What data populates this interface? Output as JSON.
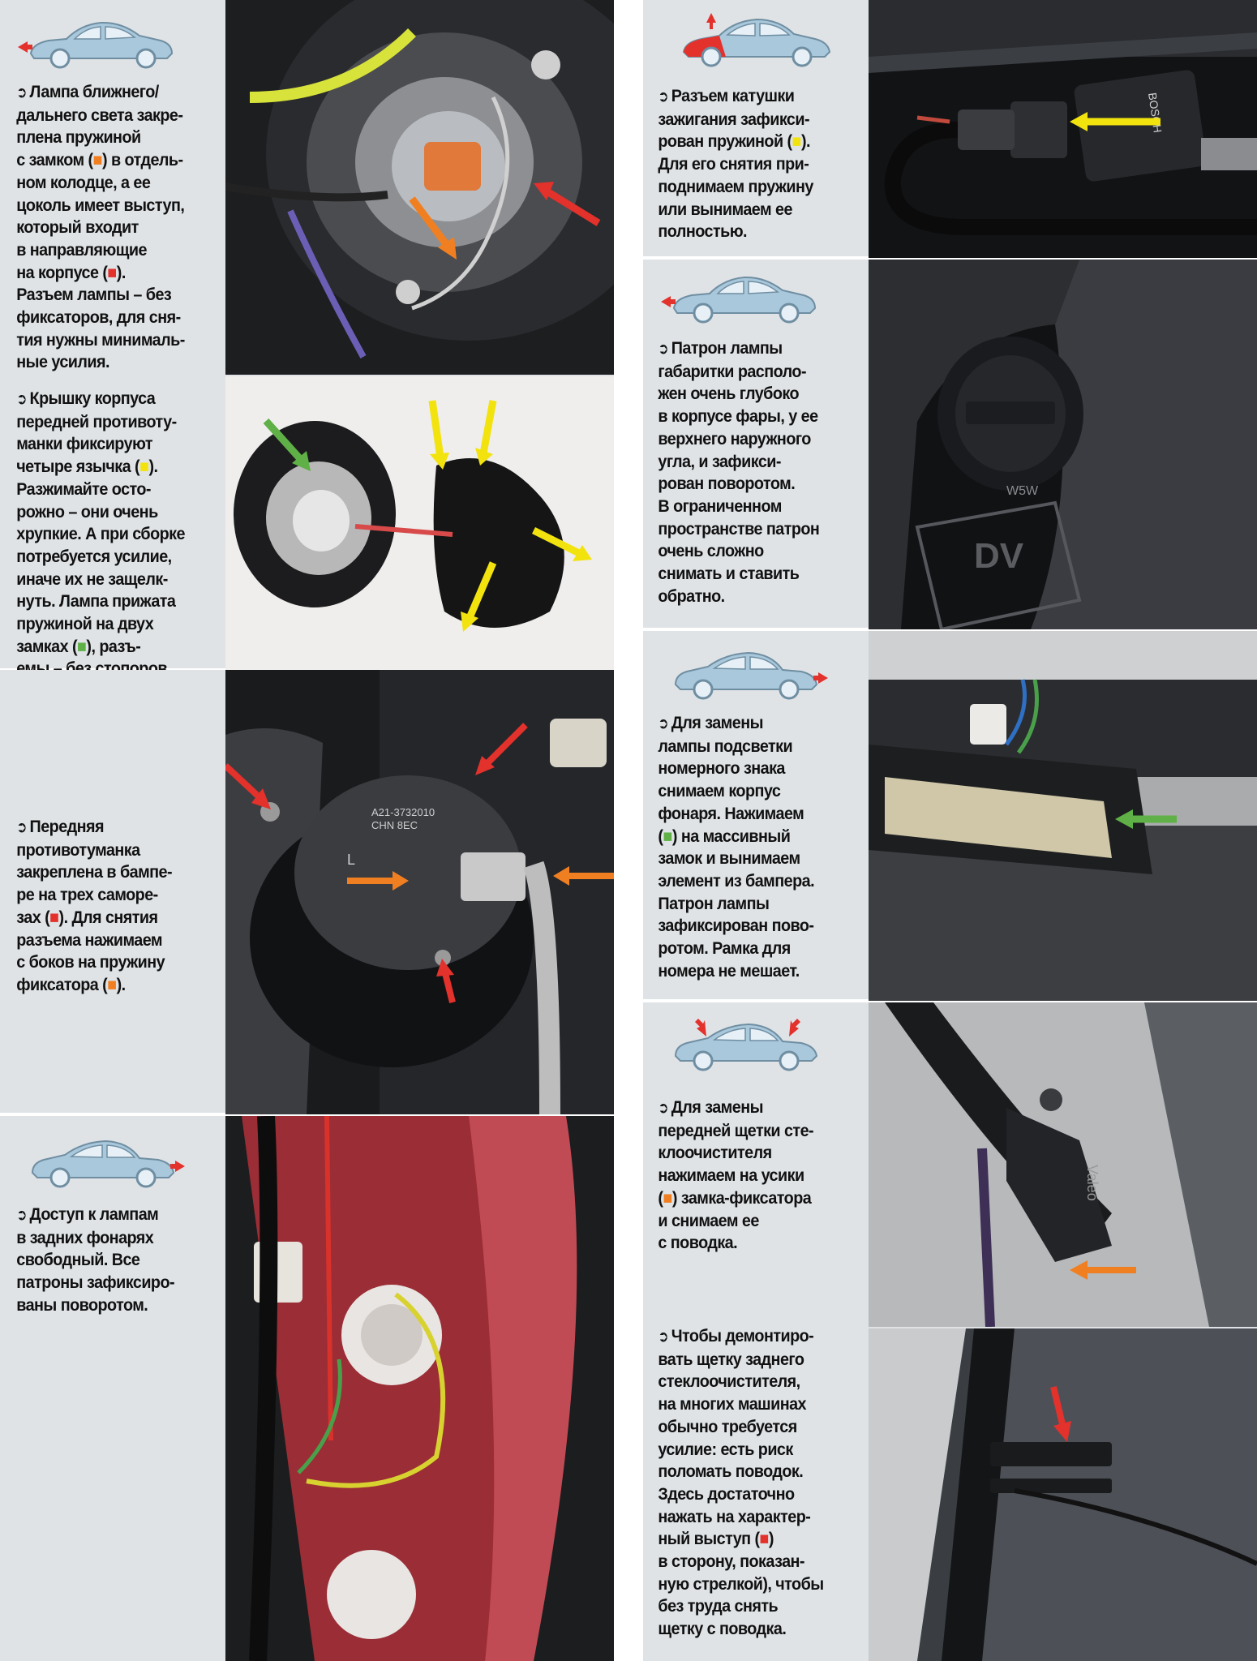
{
  "colors": {
    "red": "#e3312c",
    "orange": "#f07f22",
    "yellow": "#f2e30f",
    "green": "#5fb046",
    "panel": "#dfe3e6",
    "car": "#a9c8dc"
  },
  "panels": [
    {
      "id": "front-lowhigh",
      "marker": "front-left-arrow",
      "paragraphs": [
        [
          "Лампа ближнего/",
          "дальнего света закре-",
          "плена пружиной",
          "с замком (■) в отдель-",
          "ном колодце, а ее",
          "цоколь имеет выступ,",
          "который входит",
          "в направляющие",
          "на корпусе (■).",
          "Разъем лампы – без",
          "фиксаторов, для сня-",
          "тия нужны минималь-",
          "ные усилия."
        ],
        [
          "Крышку корпуса",
          "передней противоту-",
          "манки фиксируют",
          "четыре язычка (■).",
          "Разжимайте осто-",
          "рожно – они очень",
          "хрупкие. А при сборке",
          "потребуется усилие,",
          "иначе их не защелк-",
          "нуть. Лампа прижата",
          "пружиной на двух",
          "замках (■), разъ-",
          "емы – без стопоров."
        ]
      ]
    },
    {
      "id": "fog",
      "paragraphs": [
        [
          "Передняя",
          "противотуманка",
          "закреплена в бампе-",
          "ре на трех саморе-",
          "зах (■). Для снятия",
          "разъема нажимаем",
          "с боков на пружину",
          "фиксатора (■)."
        ]
      ]
    },
    {
      "id": "rear-lamps",
      "marker": "rear-right-arrow",
      "paragraphs": [
        [
          "Доступ к лампам",
          "в задних фонарях",
          "свободный. Все",
          "патроны зафиксиро-",
          "ваны поворотом."
        ]
      ]
    },
    {
      "id": "ignition",
      "marker": "hood-arrow",
      "paragraphs": [
        [
          "Разъем катушки",
          "зажигания зафикси-",
          "рован пружиной (■).",
          "Для его снятия при-",
          "поднимаем пружину",
          "или вынимаем ее",
          "полностью."
        ]
      ]
    },
    {
      "id": "parking-lamp",
      "marker": "front-left-arrow",
      "paragraphs": [
        [
          "Патрон лампы",
          "габаритки располо-",
          "жен очень глубоко",
          "в корпусе фары, у ее",
          "верхнего наружного",
          "угла, и зафикси-",
          "рован поворотом.",
          "В ограниченном",
          "пространстве патрон",
          "очень сложно",
          "снимать и ставить",
          "обратно."
        ]
      ]
    },
    {
      "id": "plate-lamp",
      "marker": "rear-right-arrow",
      "paragraphs": [
        [
          "Для замены",
          "лампы подсветки",
          "номерного знака",
          "снимаем корпус",
          "фонаря. Нажимаем",
          "(■) на массивный",
          "замок и вынимаем",
          "элемент из бампера.",
          "Патрон лампы",
          "зафиксирован пово-",
          "ротом. Рамка для",
          "номера не мешает."
        ]
      ]
    },
    {
      "id": "wipers",
      "marker": "two-top-arrows",
      "paragraphs": [
        [
          "Для замены",
          "передней щетки сте-",
          "клоочистителя",
          "нажимаем на усики",
          "(■) замка-фиксатора",
          "и снимаем ее",
          "с поводка."
        ],
        [
          "Чтобы демонтиро-",
          "вать щетку заднего",
          "стеклоочистителя,",
          "на многих машинах",
          "обычно требуется",
          "усилие: есть риск",
          "поломать поводок.",
          "Здесь достаточно",
          "нажать на характер-",
          "ный выступ (■)",
          "в сторону, показан-",
          "ную стрелкой), чтобы",
          "без труда снять",
          "щетку с поводка."
        ]
      ]
    }
  ],
  "photo_labels": {
    "fog_part_number": "A21-3732010",
    "fog_part_code": "CHN 8EC",
    "fog_l": "L",
    "bosch_brand": "BOSCH",
    "valeo_brand": "Valeo",
    "parking_mark": "W5W",
    "parking_dv": "DV"
  }
}
